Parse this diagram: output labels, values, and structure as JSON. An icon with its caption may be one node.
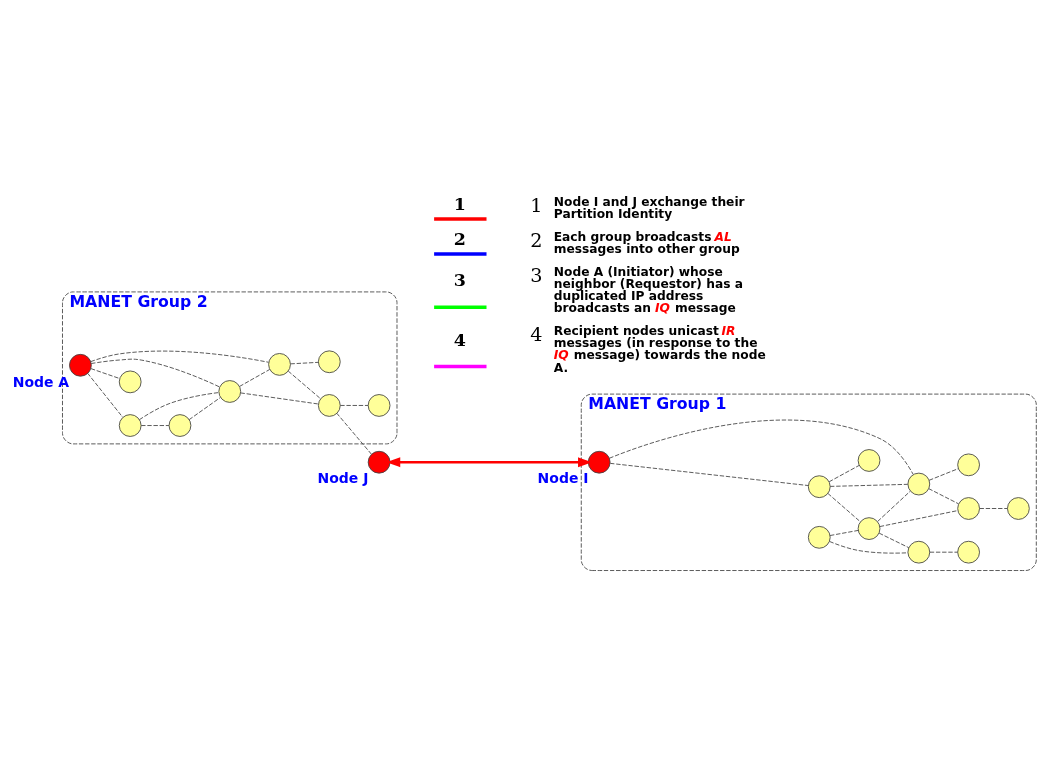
{
  "diagram": {
    "nodes": [
      {
        "text": [
          "MANET Group 2"
        ]
      },
      {
        "text": [
          "MANET Group 1"
        ]
      },
      {
        "text": [],
        "shape": "circle",
        "beside": [
          "Node A"
        ],
        "in": 0
      },
      {
        "text": [],
        "shape": "circle",
        "in": 0
      },
      {
        "text": [],
        "shape": "circle",
        "in": 0
      },
      {
        "text": [],
        "shape": "circle",
        "in": 0
      },
      {
        "text": [],
        "shape": "circle",
        "in": 0
      },
      {
        "text": [],
        "shape": "circle",
        "in": 0
      },
      {
        "text": [],
        "shape": "circle",
        "in": 0
      },
      {
        "text": [],
        "shape": "circle",
        "in": 0
      },
      {
        "text": [],
        "shape": "circle",
        "in": 0
      },
      {
        "text": [],
        "shape": "circle",
        "beside": [
          "Node J"
        ]
      },
      {
        "text": [],
        "shape": "circle",
        "in": 1
      },
      {
        "text": [],
        "shape": "circle",
        "in": 1
      },
      {
        "text": [],
        "shape": "circle",
        "beside": [
          "Node I"
        ],
        "in": 1
      },
      {
        "text": [],
        "shape": "circle",
        "in": 1
      },
      {
        "text": [],
        "shape": "circle",
        "in": 1
      },
      {
        "text": [],
        "shape": "circle",
        "in": 1
      },
      {
        "text": [],
        "shape": "circle",
        "in": 1
      },
      {
        "text": [],
        "shape": "circle",
        "in": 1
      },
      {
        "text": [],
        "shape": "circle",
        "in": 1
      },
      {
        "text": [],
        "shape": "circle",
        "in": 1
      },
      {
        "text": [],
        "shape": "circle",
        "in": 1
      }
    ],
    "edges": [
      {
        "from": 2,
        "to": 3,
        "arrow": "none",
        "style": "dashed"
      },
      {
        "from": 2,
        "to": 4,
        "arrow": "none",
        "style": "dashed"
      },
      {
        "from": 2,
        "to": 6,
        "arrow": "none",
        "style": "dashed"
      },
      {
        "from": 2,
        "to": 7,
        "arrow": "none",
        "style": "dashed"
      },
      {
        "from": 3,
        "to": 6,
        "arrow": "none",
        "style": "dashed"
      },
      {
        "from": 3,
        "to": 5,
        "arrow": "none",
        "style": "dashed"
      },
      {
        "from": 5,
        "to": 6,
        "arrow": "none",
        "style": "dashed"
      },
      {
        "from": 6,
        "to": 7,
        "arrow": "none",
        "style": "dashed"
      },
      {
        "from": 6,
        "to": 9,
        "arrow": "none",
        "style": "dashed"
      },
      {
        "from": 7,
        "to": 9,
        "arrow": "none",
        "style": "dashed"
      },
      {
        "from": 7,
        "to": 8,
        "arrow": "none",
        "style": "dashed"
      },
      {
        "from": 9,
        "to": 10,
        "arrow": "none",
        "style": "dashed"
      },
      {
        "from": 9,
        "to": 11,
        "arrow": "none",
        "style": "dashed"
      },
      {
        "from": 11,
        "to": 14,
        "arrow": "both",
        "style": "thick",
        "color": "#ff0000"
      },
      {
        "from": 14,
        "to": 13,
        "arrow": "none",
        "style": "dashed"
      },
      {
        "from": 13,
        "to": 12,
        "arrow": "none",
        "style": "dashed"
      },
      {
        "from": 14,
        "to": 16,
        "arrow": "none",
        "style": "dashed"
      },
      {
        "from": 13,
        "to": 17,
        "arrow": "none",
        "style": "dashed"
      },
      {
        "from": 13,
        "to": 16,
        "arrow": "none",
        "style": "dashed"
      },
      {
        "from": 15,
        "to": 17,
        "arrow": "none",
        "style": "dashed"
      },
      {
        "from": 15,
        "to": 19,
        "arrow": "none",
        "style": "dashed"
      },
      {
        "from": 17,
        "to": 19,
        "arrow": "none",
        "style": "dashed"
      },
      {
        "from": 17,
        "to": 16,
        "arrow": "none",
        "style": "dashed"
      },
      {
        "from": 17,
        "to": 20,
        "arrow": "none",
        "style": "dashed"
      },
      {
        "from": 16,
        "to": 18,
        "arrow": "none",
        "style": "dashed"
      },
      {
        "from": 16,
        "to": 20,
        "arrow": "none",
        "style": "dashed"
      },
      {
        "from": 19,
        "to": 21,
        "arrow": "none",
        "style": "dashed"
      },
      {
        "from": 20,
        "to": 22,
        "arrow": "none",
        "style": "dashed"
      }
    ],
    "labels": [
      "1",
      "Node I and J exchange their Partition Identity",
      "2",
      "Each group broadcasts *AL* messages into other group",
      "3",
      "Node A (Initiator) whose neighbor (Requestor) has a duplicated IP address broadcasts an *IQ* message",
      "4",
      "Recipient nodes unicast *IR* messages (in response to the *IQ* message) towards the node A."
    ],
    "legend": [
      {
        "text": "1",
        "color": "#ff0000"
      },
      {
        "text": "2",
        "color": "#0000ff"
      },
      {
        "text": "3",
        "color": "#00ff00"
      },
      {
        "text": "4",
        "color": "#ff00ff"
      }
    ]
  }
}
